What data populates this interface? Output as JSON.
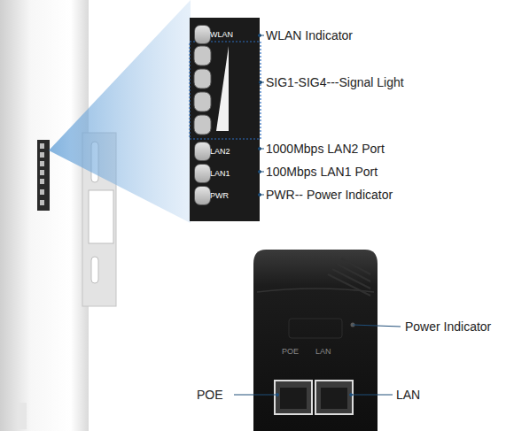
{
  "diagram": {
    "nodes": [
      {
        "text": [
          "WLAN"
        ]
      },
      {
        "text": [
          "LAN2"
        ]
      },
      {
        "text": [
          "LAN1"
        ]
      },
      {
        "text": [
          "PWR"
        ]
      }
    ],
    "labels": [
      "WLAN Indicator",
      "SIG1-SIG4---Signal Light",
      "1000Mbps LAN2 Port",
      "100Mbps LAN1 Port",
      "PWR-- Power Indicator",
      "POE",
      "LAN",
      "Power Indicator",
      "POE",
      "LAN"
    ]
  }
}
